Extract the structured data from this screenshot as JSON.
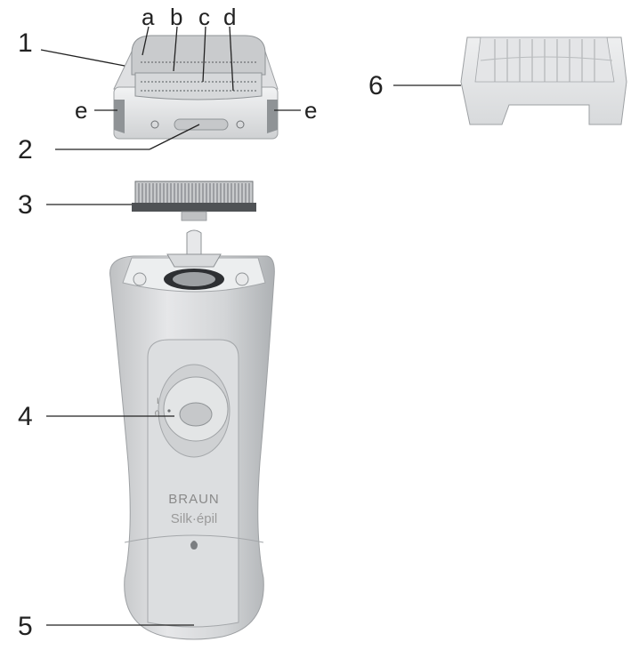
{
  "callouts": {
    "c1": "1",
    "c2": "2",
    "c3": "3",
    "c4": "4",
    "c5": "5",
    "c6": "6",
    "a": "a",
    "b": "b",
    "c": "c",
    "d": "d",
    "e_left": "e",
    "e_right": "e"
  },
  "device": {
    "brand": "BRAUN",
    "model": "Silk·épil",
    "switch_on": "I",
    "switch_off": "0"
  },
  "colors": {
    "body": "#d4d6d8",
    "body_light": "#ebecee",
    "outline": "#9da0a3",
    "dark": "#5f6265",
    "text": "#222222"
  }
}
